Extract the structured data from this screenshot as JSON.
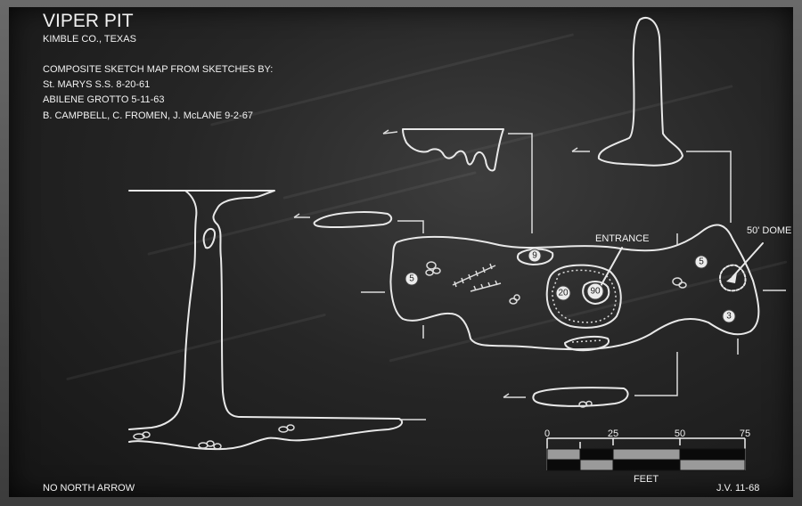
{
  "title": "VIPER PIT",
  "location": "KIMBLE CO., TEXAS",
  "credits_heading": "COMPOSITE SKETCH MAP FROM SKETCHES BY:",
  "credits": [
    "St. MARYS S.S.  8-20-61",
    "ABILENE GROTTO  5-11-63",
    "B. CAMPBELL, C. FROMEN, J. McLANE  9-2-67"
  ],
  "labels": {
    "entrance": "ENTRANCE",
    "dome": "50' DOME",
    "no_north": "NO NORTH ARROW",
    "author": "J.V.  11-68"
  },
  "depths": {
    "d9": "9",
    "d5_left": "5",
    "d20": "20",
    "d90": "90",
    "d5_right": "5",
    "d3": "3"
  },
  "scale": {
    "unit": "FEET",
    "ticks": [
      "0",
      "25",
      "50",
      "75"
    ]
  },
  "colors": {
    "board": "#262626",
    "chalk": "#e8e8e8"
  }
}
